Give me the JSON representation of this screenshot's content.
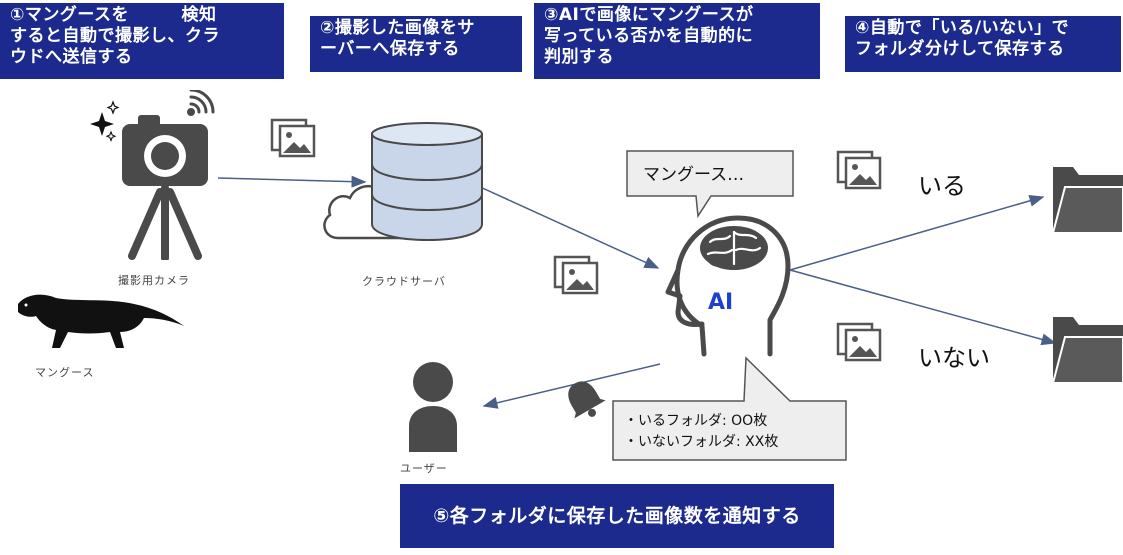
{
  "steps": [
    {
      "text": "①マングースを　　　検知\nすると自動で撮影し、クラ\nウドへ送信する"
    },
    {
      "text": "②撮影した画像をサ\nーバーへ保存する"
    },
    {
      "text": "③AIで画像にマングースが\n写っている否かを自動的に\n判別する"
    },
    {
      "text": "④自動で「いる/いない」で\nフォルダ分けして保存する"
    },
    {
      "text": "⑤各フォルダに保存した画像数を通知する"
    }
  ],
  "labels": {
    "camera": "撮影用カメラ",
    "mongoose": "マングース",
    "cloud": "クラウドサーバ",
    "user": "ユーザー",
    "present": "いる",
    "absent": "いない",
    "ai": "AI"
  },
  "bubbles": {
    "ai_thought": "マングース…",
    "notify_line1": "・いるフォルダ: OO枚",
    "notify_line2": "・いないフォルダ: XX枚"
  },
  "colors": {
    "step_bg": "#1b2a8c",
    "icon_gray": "#4a4a4a",
    "db_blue": "#c9d6ea",
    "arrow": "#4a5f88",
    "ai_blue": "#1f3fd1"
  },
  "icons": [
    "camera-icon",
    "sparkle-icon",
    "wifi-icon",
    "tripod-icon",
    "image-icon",
    "database-icon",
    "cloud-icon",
    "head-icon",
    "brain-icon",
    "folder-icon",
    "bell-icon",
    "user-icon",
    "mongoose-icon"
  ]
}
